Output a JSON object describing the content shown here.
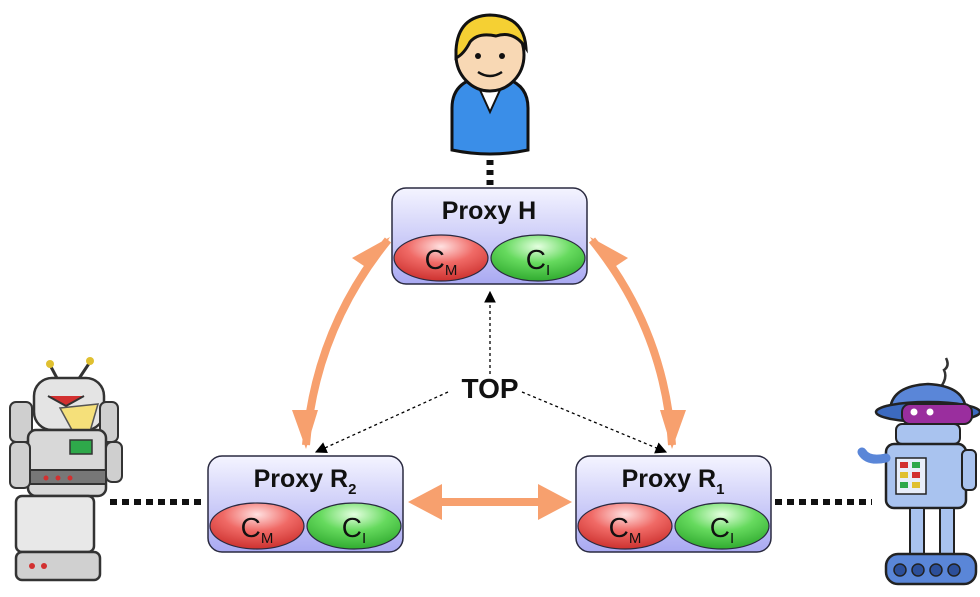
{
  "proxies": {
    "h": {
      "title": "Proxy H",
      "sub": "",
      "left": {
        "letter": "C",
        "sub": "M"
      },
      "right": {
        "letter": "C",
        "sub": "I"
      }
    },
    "r2": {
      "title": "Proxy R",
      "sub": "2",
      "left": {
        "letter": "C",
        "sub": "M"
      },
      "right": {
        "letter": "C",
        "sub": "I"
      }
    },
    "r1": {
      "title": "Proxy R",
      "sub": "1",
      "left": {
        "letter": "C",
        "sub": "M"
      },
      "right": {
        "letter": "C",
        "sub": "I"
      }
    }
  },
  "center_label": "TOP",
  "colors": {
    "proxy_fill_top": "#f4f4ff",
    "proxy_fill_bottom": "#a9a9f2",
    "proxy_border": "#2a2a40",
    "ellipse_red": "#e8504e",
    "ellipse_green": "#4ccf45",
    "arrow": "#f7a06e",
    "dotted_line": "#111111"
  },
  "icons": [
    "human-user-icon",
    "robot-left-icon",
    "robot-right-icon"
  ]
}
